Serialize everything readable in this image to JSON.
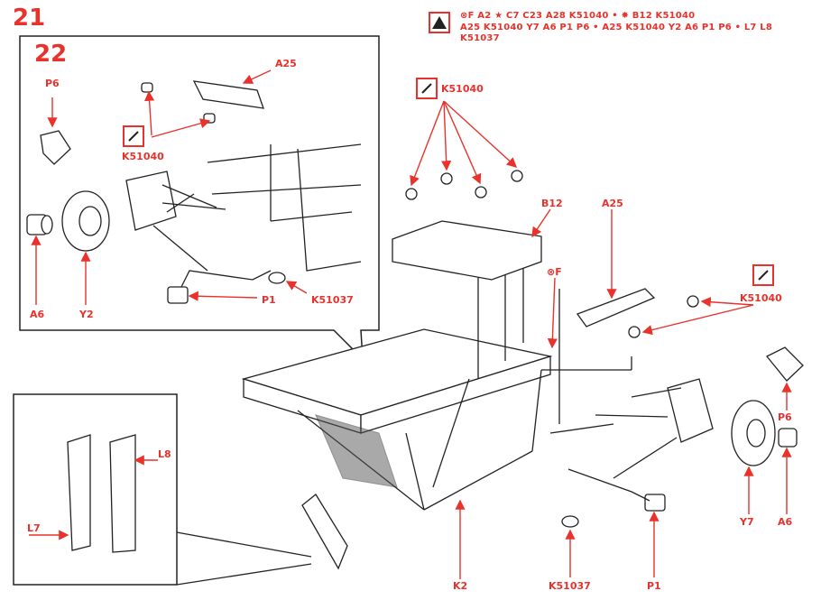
{
  "steps": {
    "main": "21",
    "inset": "22"
  },
  "parts_list": {
    "icon": "triangle-warning-icon",
    "line1": "⊗F A2 ★ C7 C23 A28 K51040 • ✸ B12 K51040",
    "line2": "A25 K51040 Y7 A6 P1 P6 • A25 K51040 Y2 A6 P1 P6 • L7 L8",
    "line3": "K51037"
  },
  "labels": {
    "inset_a25": "A25",
    "inset_p6": "P6",
    "inset_k51040": "K51040",
    "inset_a6": "A6",
    "inset_y2": "Y2",
    "inset_p1": "P1",
    "inset_k51037": "K51037",
    "top_k51040": "K51040",
    "b12": "B12",
    "a25": "A25",
    "f": "⊗F",
    "right_k51040": "K51040",
    "p6": "P6",
    "y7": "Y7",
    "a6": "A6",
    "k2": "K2",
    "k51037": "K51037",
    "p1": "P1",
    "l8": "L8",
    "l7": "L7"
  },
  "colors": {
    "accent": "#e8322b",
    "line": "#222222"
  }
}
